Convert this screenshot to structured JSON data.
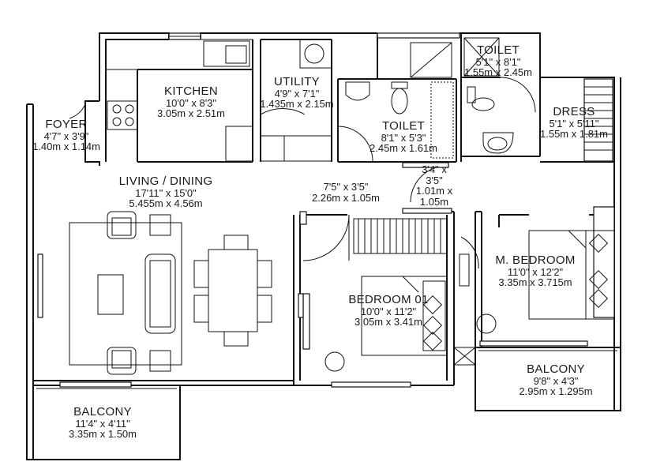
{
  "rooms": {
    "foyer": {
      "name": "FOYER",
      "dim1": "4'7\" x 3'9\"",
      "dim2": "1.40m x 1.14m"
    },
    "kitchen": {
      "name": "KITCHEN",
      "dim1": "10'0\" x 8'3\"",
      "dim2": "3.05m x 2.51m"
    },
    "utility": {
      "name": "UTILITY",
      "dim1": "4'9\" x 7'1\"",
      "dim2": "1.435m x 2.15m"
    },
    "toilet1": {
      "name": "TOILET",
      "dim1": "8'1\" x 5'3\"",
      "dim2": "2.45m x 1.61m"
    },
    "toilet2": {
      "name": "TOILET",
      "dim1": "5'1\" x 8'1\"",
      "dim2": "1.55m x 2.45m"
    },
    "dress": {
      "name": "DRESS",
      "dim1": "5'1\" x 5'11\"",
      "dim2": "1.55m x 1.81m"
    },
    "living": {
      "name": "LIVING / DINING",
      "dim1": "17'11\" x 15'0\"",
      "dim2": "5.455m x 4.56m"
    },
    "passage1": {
      "dim1": "7'5\" x 3'5\"",
      "dim2": "2.26m x 1.05m"
    },
    "passage2": {
      "line1": "3'4\" x",
      "line2": "3'5\"",
      "line3": "1.01m x",
      "line4": "1.05m"
    },
    "bedroom1": {
      "name": "BEDROOM 01",
      "dim1": "10'0\" x 11'2\"",
      "dim2": "3.05m x 3.41m"
    },
    "mbedroom": {
      "name": "M. BEDROOM",
      "dim1": "11'0\" x 12'2\"",
      "dim2": "3.35m x 3.715m"
    },
    "balcony1": {
      "name": "BALCONY",
      "dim1": "11'4\" x 4'11\"",
      "dim2": "3.35m x 1.50m"
    },
    "balcony2": {
      "name": "BALCONY",
      "dim1": "9'8\" x 4'3\"",
      "dim2": "2.95m x 1.295m"
    }
  },
  "colors": {
    "line": "#111111",
    "background": "#ffffff"
  }
}
